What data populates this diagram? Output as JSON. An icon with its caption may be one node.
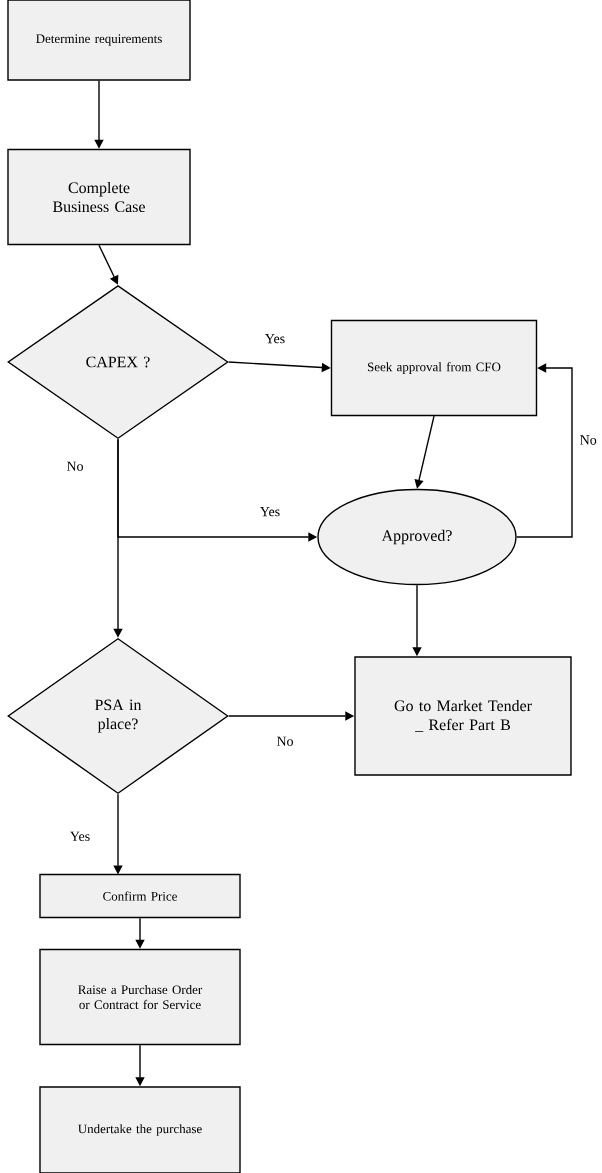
{
  "diagram": {
    "nodes": [
      {
        "text": [
          "Determine requirements"
        ]
      },
      {
        "text": [
          "Complete Business Case"
        ]
      },
      {
        "text": [
          "CAPEX ?"
        ]
      },
      {
        "text": [
          "Seek approval from CFO"
        ]
      },
      {
        "text": [
          "Approved?"
        ]
      },
      {
        "text": [
          "PSA in place?"
        ]
      },
      {
        "text": [
          "Go to Market Tender _ Refer Part B"
        ]
      },
      {
        "text": [
          "Confirm Price"
        ]
      },
      {
        "text": [
          "Raise a Purchase Order or Contract for Service"
        ]
      },
      {
        "text": [
          "Undertake the purchase"
        ]
      }
    ],
    "edges": [
      {
        "from": 0,
        "to": 1,
        "arrow": "to"
      },
      {
        "from": 1,
        "to": 2,
        "arrow": "to"
      },
      {
        "from": 2,
        "to": 3,
        "arrow": "to",
        "label": "Yes"
      },
      {
        "from": 3,
        "to": 4,
        "arrow": "to"
      },
      {
        "from": 4,
        "to": 3,
        "arrow": "to",
        "label": "No"
      },
      {
        "from": 2,
        "to": 5,
        "arrow": "to",
        "label": "No"
      },
      {
        "from": 2,
        "to": 4,
        "arrow": "to",
        "label": "Yes"
      },
      {
        "from": 4,
        "to": 6,
        "arrow": "to"
      },
      {
        "from": 5,
        "to": 6,
        "arrow": "to",
        "label": "No"
      },
      {
        "from": 5,
        "to": 7,
        "arrow": "to",
        "label": "Yes"
      },
      {
        "from": 7,
        "to": 8,
        "arrow": "to"
      },
      {
        "from": 8,
        "to": 9,
        "arrow": "to"
      }
    ]
  }
}
